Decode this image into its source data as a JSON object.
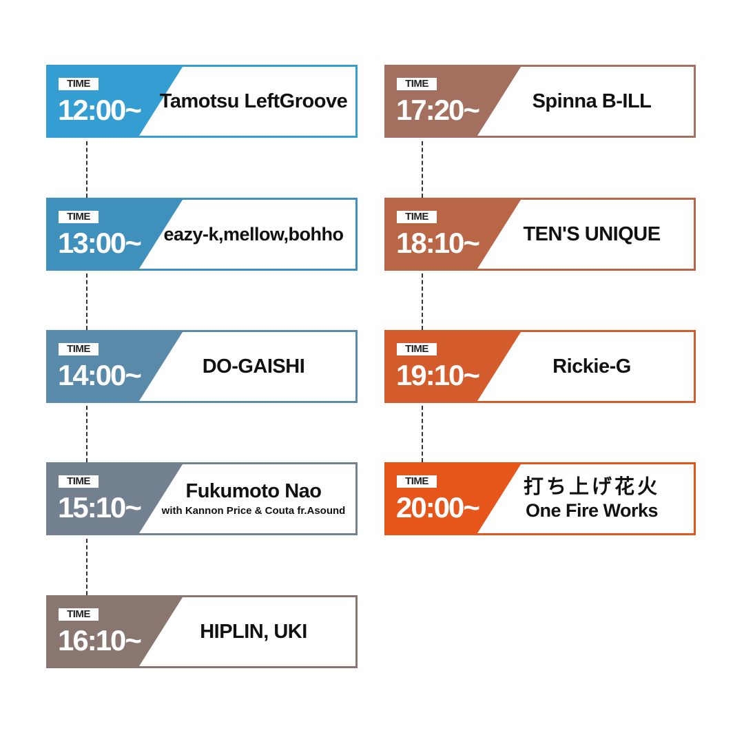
{
  "colors": {
    "c1200": "#349ed2",
    "c1300": "#4090be",
    "c1400": "#5a8aaa",
    "c1510": "#738090",
    "c1610": "#8a7670",
    "c1720": "#a37060",
    "c1810": "#b86646",
    "c1910": "#d45c2c",
    "c2000": "#e6561a"
  },
  "schedule": {
    "tag_label": "TIME",
    "slots": [
      {
        "time": "12:00~",
        "name": "Tamotsu LeftGroove",
        "sub": ""
      },
      {
        "time": "13:00~",
        "name": "eazy-k,mellow,bohho",
        "sub": ""
      },
      {
        "time": "14:00~",
        "name": "DO-GAISHI",
        "sub": ""
      },
      {
        "time": "15:10~",
        "name": "Fukumoto Nao",
        "sub": "with Kannon Price & Couta fr.Asound"
      },
      {
        "time": "16:10~",
        "name": "HIPLIN, UKI",
        "sub": ""
      },
      {
        "time": "17:20~",
        "name": "Spinna B-ILL",
        "sub": ""
      },
      {
        "time": "18:10~",
        "name": "TEN'S UNIQUE",
        "sub": ""
      },
      {
        "time": "19:10~",
        "name": "Rickie-G",
        "sub": ""
      },
      {
        "time": "20:00~",
        "name": "打ち上げ花火",
        "sub": "One Fire Works"
      }
    ]
  }
}
